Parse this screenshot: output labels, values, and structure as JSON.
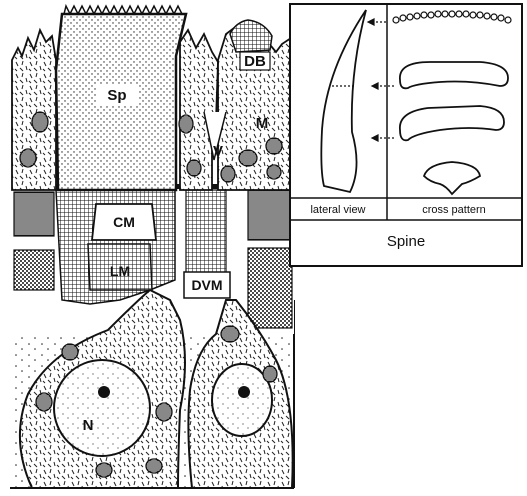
{
  "diagram": {
    "labels": {
      "sp": "Sp",
      "db": "DB",
      "m": "M",
      "v": "V",
      "cm": "CM",
      "lm": "LM",
      "dvm": "DVM",
      "n": "N"
    },
    "inset": {
      "lateral_view": "lateral view",
      "cross_pattern": "cross pattern",
      "title": "Spine"
    }
  }
}
